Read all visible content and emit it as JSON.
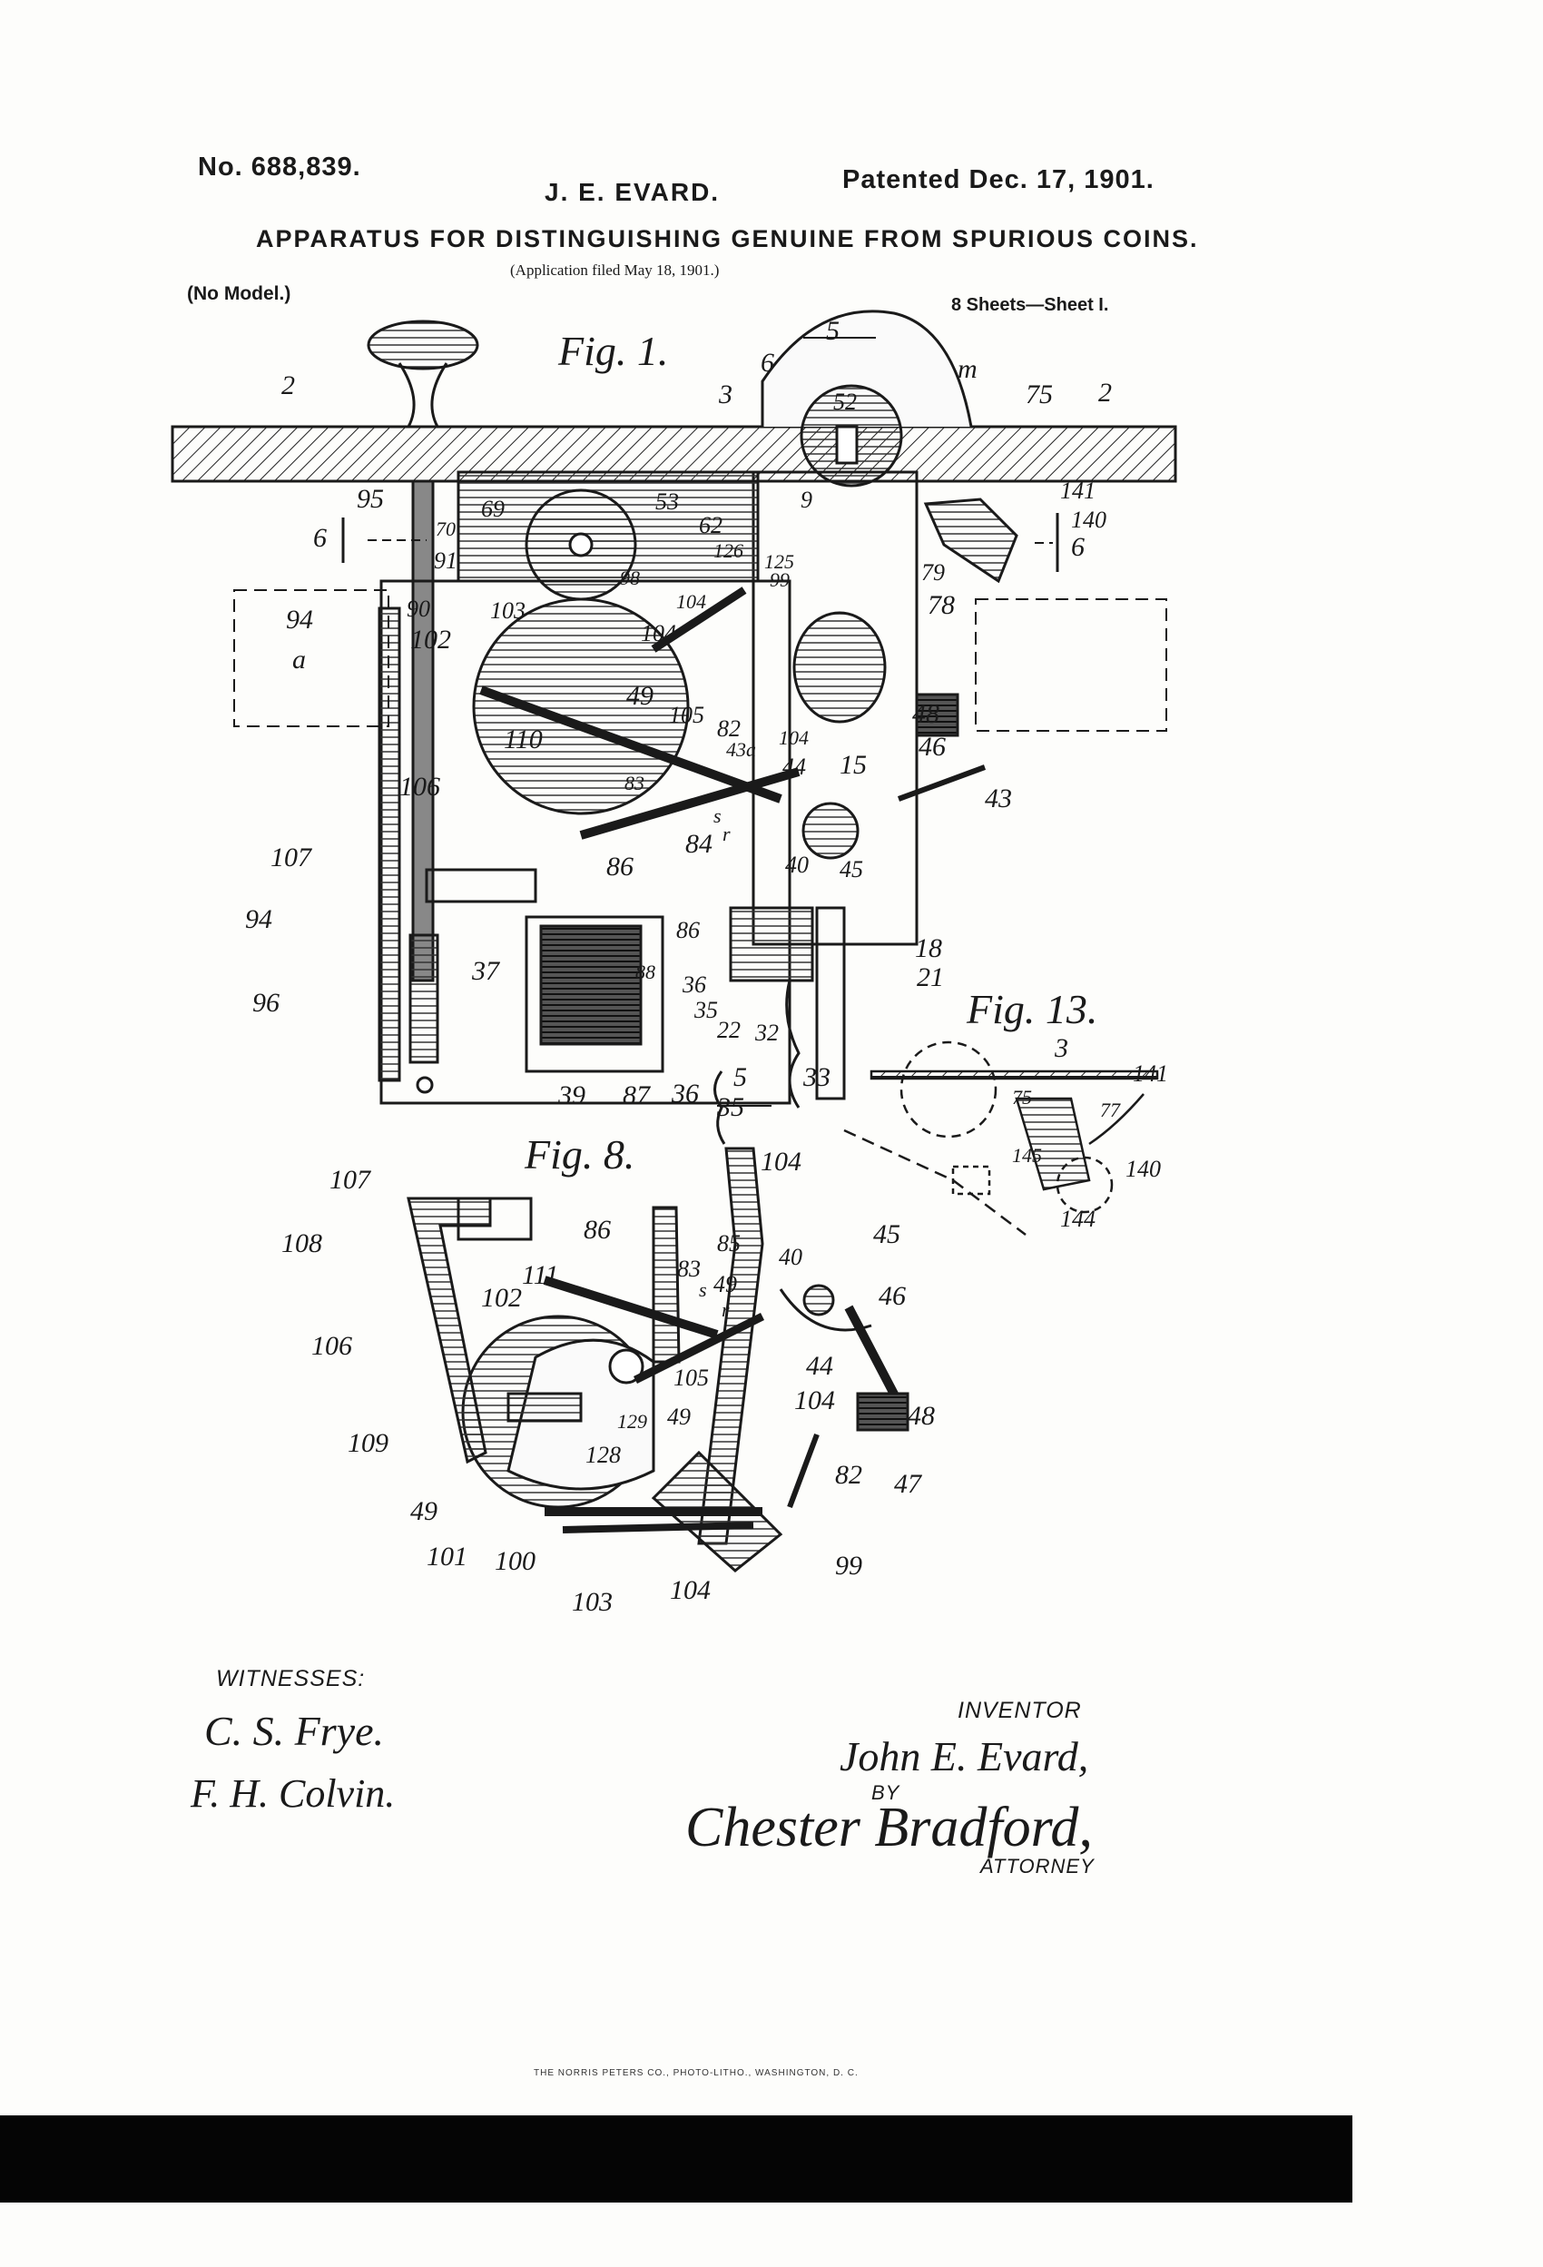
{
  "header": {
    "patent_number": "No. 688,839.",
    "inventor": "J. E. EVARD.",
    "patented_date": "Patented Dec. 17, 1901.",
    "title": "APPARATUS FOR DISTINGUISHING GENUINE FROM SPURIOUS COINS.",
    "application": "(Application filed May 18, 1901.)",
    "model": "(No Model.)",
    "sheets": "8 Sheets—Sheet I."
  },
  "figures": {
    "fig1": "Fig. 1.",
    "fig8": "Fig. 8.",
    "fig13": "Fig. 13."
  },
  "reference_numerals": {
    "fig1": [
      "2",
      "3",
      "5",
      "6",
      "m",
      "52",
      "75",
      "2",
      "141",
      "140",
      "6",
      "95",
      "6",
      "69",
      "53",
      "70",
      "62",
      "126",
      "125",
      "99",
      "9",
      "91",
      "98",
      "90",
      "103",
      "104",
      "79",
      "78",
      "94",
      "102",
      "104",
      "a",
      "49",
      "105",
      "82",
      "48",
      "46",
      "110",
      "43",
      "43a",
      "104",
      "44",
      "15",
      "106",
      "83",
      "s",
      "r",
      "84",
      "40",
      "45",
      "107",
      "86",
      "94",
      "86",
      "88",
      "36",
      "35",
      "18",
      "21",
      "37",
      "22",
      "32",
      "96",
      "39",
      "87",
      "36",
      "5",
      "33"
    ],
    "fig8": [
      "35",
      "107",
      "104",
      "108",
      "86",
      "85",
      "40",
      "45",
      "83",
      "111",
      "s",
      "49",
      "46",
      "102",
      "r",
      "44",
      "105",
      "106",
      "129",
      "104",
      "48",
      "109",
      "128",
      "49",
      "82",
      "47",
      "49",
      "101",
      "100",
      "99",
      "103",
      "104"
    ],
    "fig13": [
      "3",
      "141",
      "75",
      "77",
      "145",
      "140",
      "144"
    ]
  },
  "witnesses": {
    "label": "WITNESSES:",
    "signatures": [
      "C. S. Frye.",
      "F. H. Colvin."
    ]
  },
  "inventor_block": {
    "label": "INVENTOR",
    "name": "John E. Evard,",
    "by": "BY",
    "attorney_signature": "Chester Bradford,",
    "attorney_label": "ATTORNEY"
  },
  "imprint": "THE NORRIS PETERS CO., PHOTO-LITHO., WASHINGTON, D. C."
}
